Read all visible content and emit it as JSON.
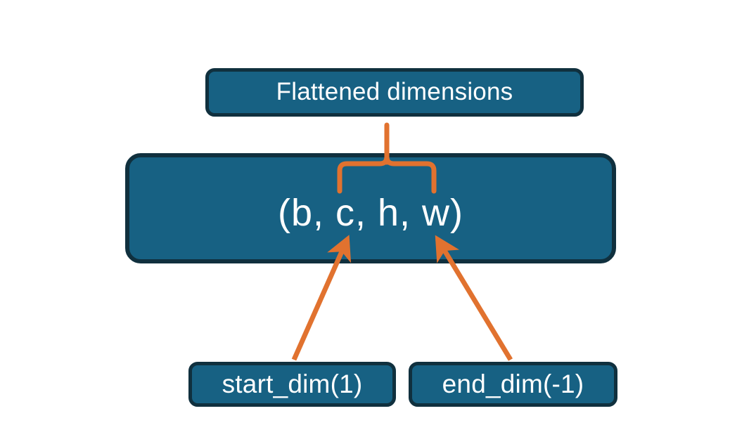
{
  "diagram": {
    "type": "flowchart",
    "title_text": "Flattened dimensions",
    "background_color": "#ffffff",
    "node_fill_color": "#176183",
    "node_border_color": "#10303e",
    "node_text_color": "#ffffff",
    "connector_color": "#e1722f",
    "nodes": [
      {
        "id": "flattened",
        "label": "Flattened dimensions",
        "role": "annotation-top"
      },
      {
        "id": "shape",
        "label": "(b, c, h, w)",
        "role": "tensor-shape"
      },
      {
        "id": "start_dim",
        "label": "start_dim(1)",
        "role": "parameter"
      },
      {
        "id": "end_dim",
        "label": "end_dim(-1)",
        "role": "parameter"
      }
    ],
    "connectors": [
      {
        "id": "brace-flattened",
        "kind": "curly-brace-up",
        "from": "shape",
        "to": "flattened",
        "spans": "c, h, w"
      },
      {
        "id": "arrow-start-dim",
        "kind": "arrow",
        "from": "start_dim",
        "to": "shape",
        "points_at": "c"
      },
      {
        "id": "arrow-end-dim",
        "kind": "arrow",
        "from": "end_dim",
        "to": "shape",
        "points_at": "w"
      }
    ]
  }
}
